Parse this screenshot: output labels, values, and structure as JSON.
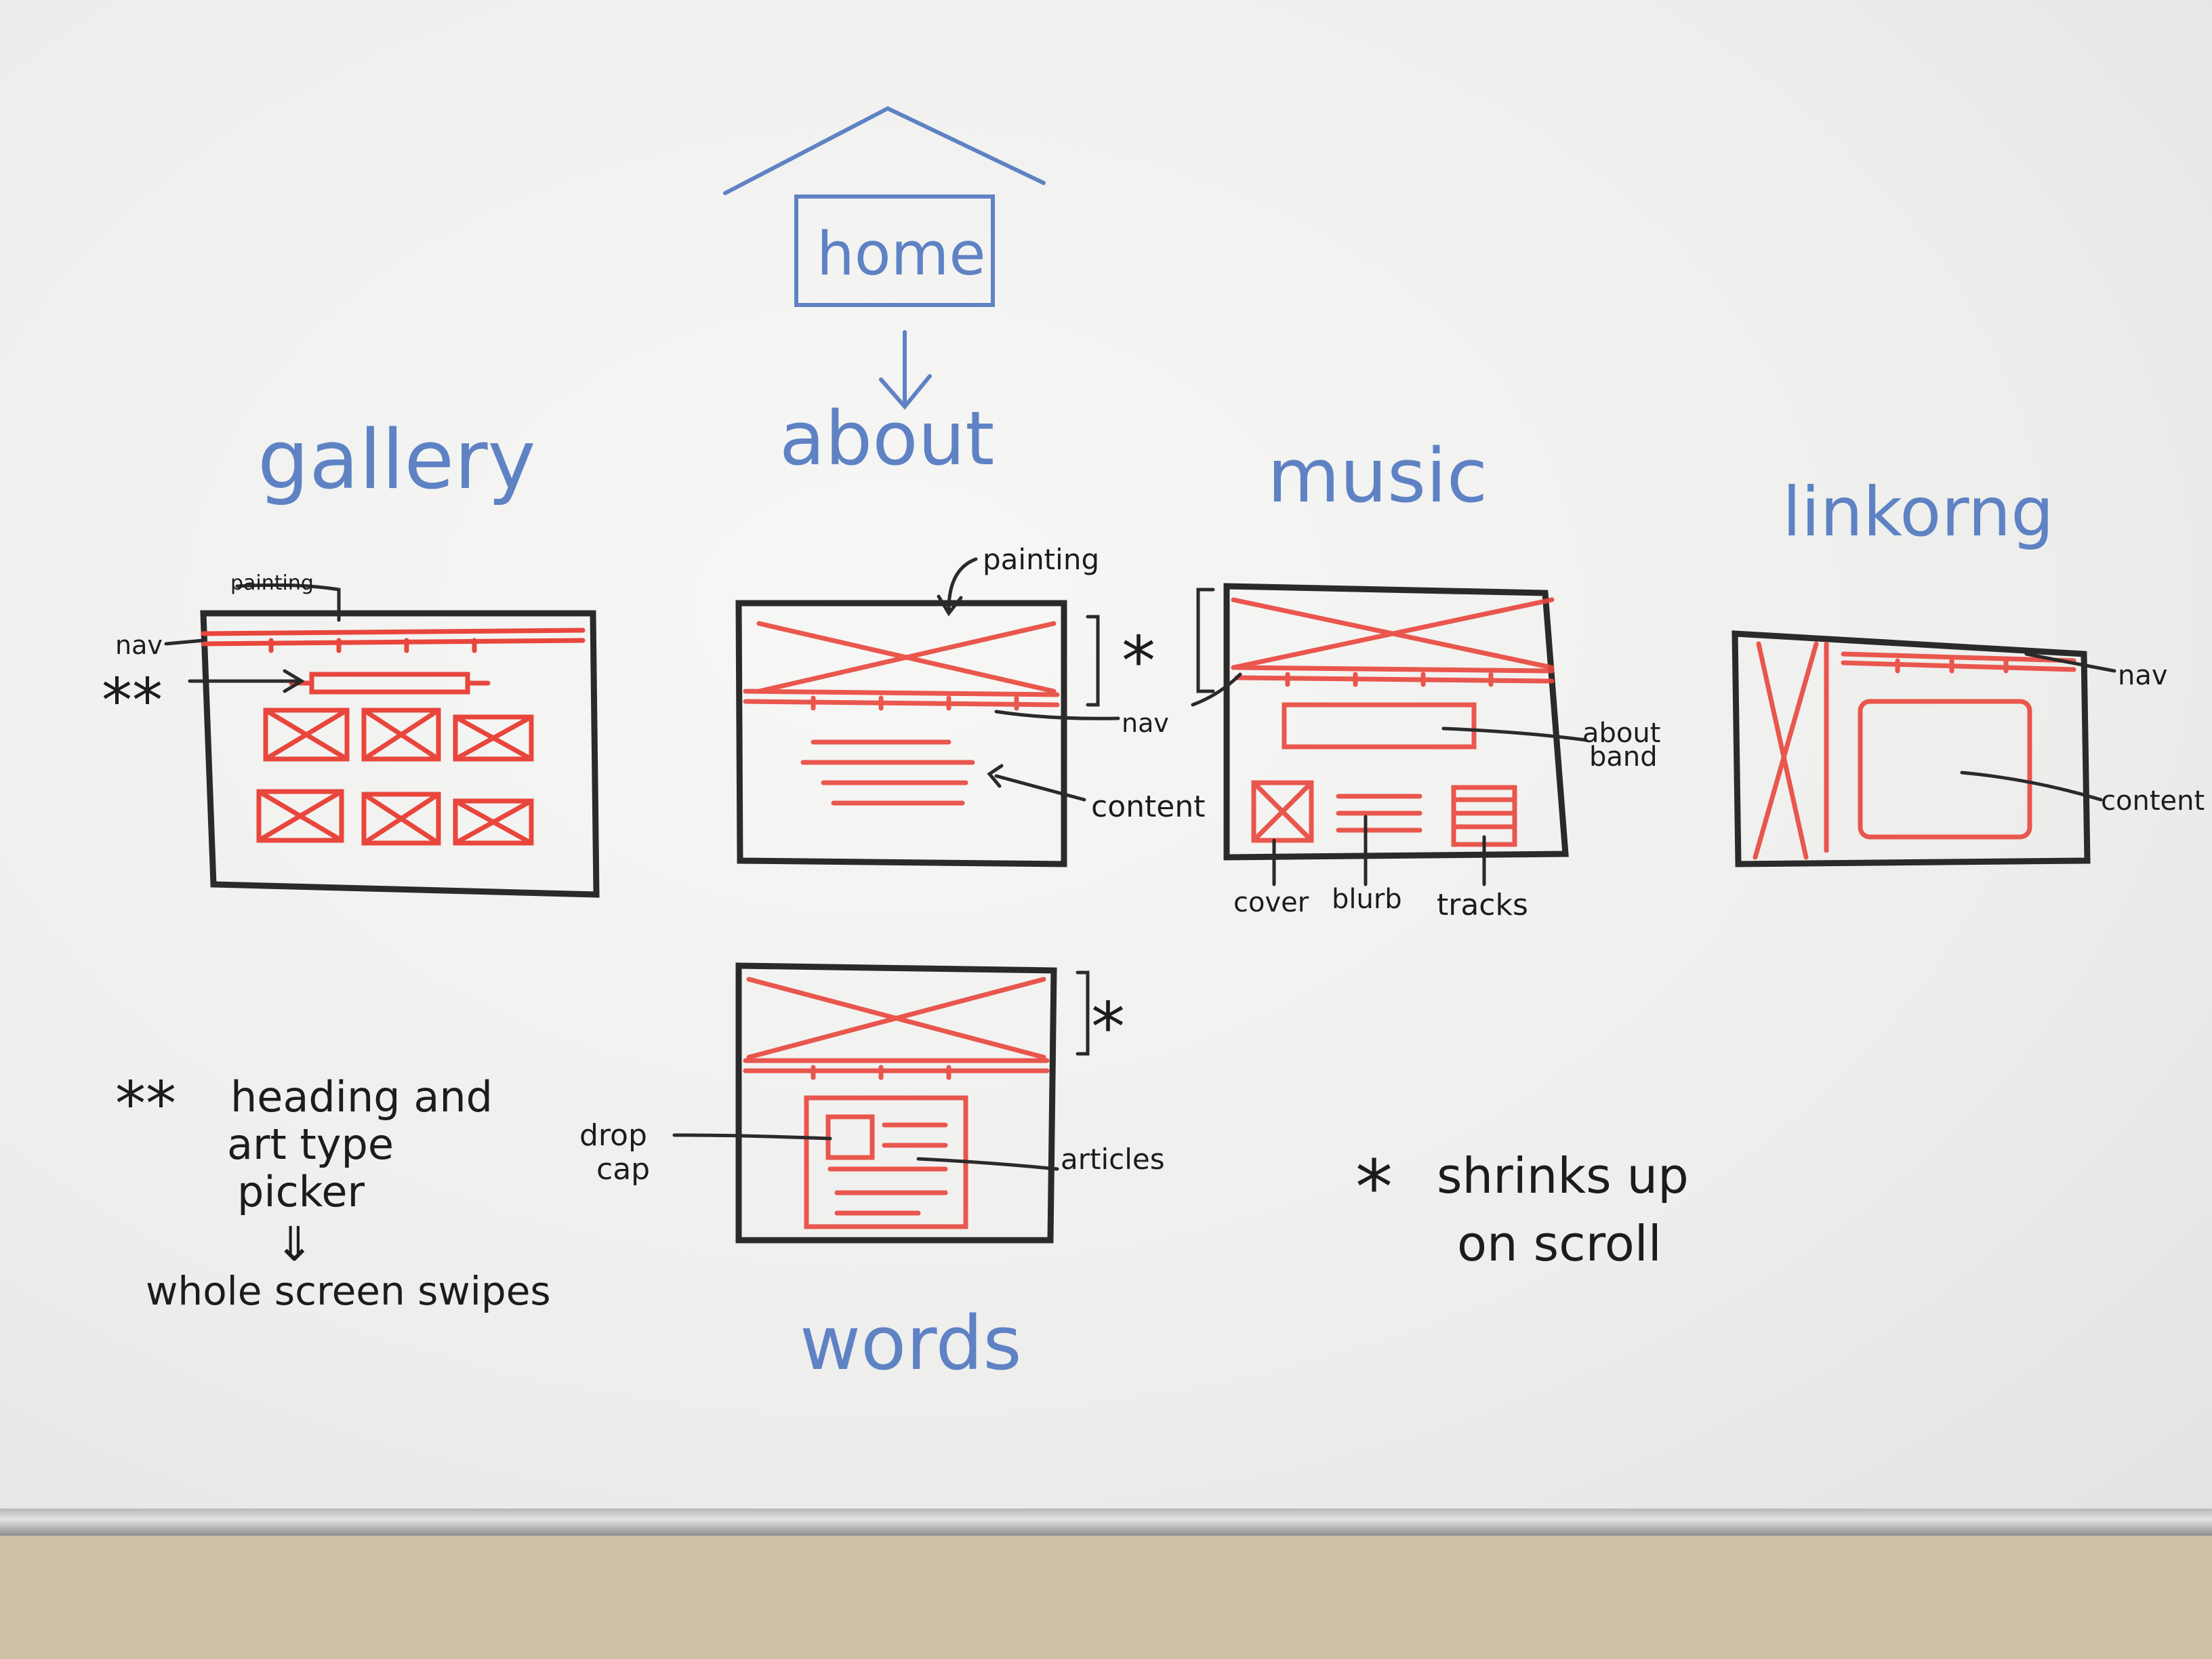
{
  "colors": {
    "blue_marker": "#5e82c4",
    "red_marker": "#e8463c",
    "black_marker": "#2a2a2a"
  },
  "sitemap": {
    "home": "home",
    "about": "about",
    "gallery": "gallery",
    "music": "music",
    "linkorng": "linkorng",
    "words": "words"
  },
  "gallery_wire": {
    "painting": "painting",
    "nav": "nav",
    "marker": "**"
  },
  "about_wire": {
    "painting": "painting",
    "nav": "nav",
    "content": "content",
    "star": "*"
  },
  "music_wire": {
    "about_band_1": "about",
    "about_band_2": "band",
    "cover": "cover",
    "blurb": "blurb",
    "tracks": "tracks"
  },
  "link_wire": {
    "nav": "nav",
    "content": "content"
  },
  "words_wire": {
    "drop_1": "drop",
    "drop_2": "cap",
    "articles": "articles",
    "star": "*"
  },
  "notes": {
    "double_star": {
      "symbol": "**",
      "line1": "heading and",
      "line2": "art type",
      "line3": "picker",
      "arrow": "⇓",
      "line4": "whole screen swipes"
    },
    "single_star": {
      "symbol": "*",
      "line1": "shrinks up",
      "line2": "on scroll"
    }
  }
}
